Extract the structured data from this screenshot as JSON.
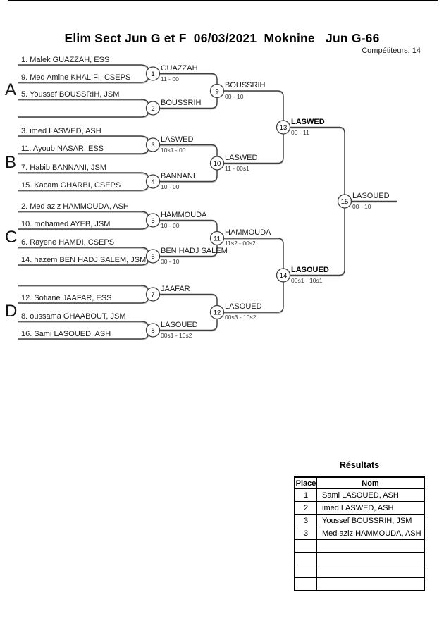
{
  "header": {
    "title": "Elim Sect Jun G et F  06/03/2021  Moknine   Jun G-66",
    "competitors_label": "Compétiteurs: 14"
  },
  "pools": [
    "A",
    "B",
    "C",
    "D"
  ],
  "players": [
    "1. Malek GUAZZAH, ESS",
    "9. Med Amine KHALIFI, CSEPS",
    "5. Youssef BOUSSRIH, JSM",
    "",
    "3. imed LASWED, ASH",
    "11. Ayoub NASAR, ESS",
    "7. Habib BANNANI, JSM",
    "15. Kacam GHARBI, CSEPS",
    "2. Med aziz HAMMOUDA, ASH",
    "10. mohamed AYEB, JSM",
    "6. Rayene HAMDI, CSEPS",
    "14. hazem BEN HADJ SALEM, JSM",
    "",
    "12. Sofiane JAAFAR, ESS",
    "8. oussama GHAABOUT, JSM",
    "16. Sami LASOUED, ASH"
  ],
  "matches": [
    {
      "num": "1",
      "winner": "GUAZZAH",
      "score": "11 - 00"
    },
    {
      "num": "2",
      "winner": "BOUSSRIH",
      "score": ""
    },
    {
      "num": "3",
      "winner": "LASWED",
      "score": "10s1 - 00"
    },
    {
      "num": "4",
      "winner": "BANNANI",
      "score": "10 - 00"
    },
    {
      "num": "5",
      "winner": "HAMMOUDA",
      "score": "10 - 00"
    },
    {
      "num": "6",
      "winner": "BEN HADJ SALEM",
      "score": "00 - 10"
    },
    {
      "num": "7",
      "winner": "JAAFAR",
      "score": ""
    },
    {
      "num": "8",
      "winner": "LASOUED",
      "score": "00s1 - 10s2"
    },
    {
      "num": "9",
      "winner": "BOUSSRIH",
      "score": "00 - 10"
    },
    {
      "num": "10",
      "winner": "LASWED",
      "score": "11 - 00s1"
    },
    {
      "num": "11",
      "winner": "HAMMOUDA",
      "score": "11s2 - 00s2"
    },
    {
      "num": "12",
      "winner": "LASOUED",
      "score": "00s3 - 10s2"
    },
    {
      "num": "13",
      "winner": "LASWED",
      "score": "00 - 11"
    },
    {
      "num": "14",
      "winner": "LASOUED",
      "score": "00s1 - 10s1"
    },
    {
      "num": "15",
      "winner": "LASOUED",
      "score": "00 - 10"
    }
  ],
  "results": {
    "title": "Résultats",
    "columns": [
      "Place",
      "Nom"
    ],
    "rows": [
      [
        "1",
        "Sami LASOUED, ASH"
      ],
      [
        "2",
        "imed LASWED, ASH"
      ],
      [
        "3",
        "Youssef BOUSSRIH, JSM"
      ],
      [
        "3",
        "Med aziz HAMMOUDA, ASH"
      ],
      [
        "",
        ""
      ],
      [
        "",
        ""
      ],
      [
        "",
        ""
      ],
      [
        "",
        ""
      ]
    ]
  },
  "colors": {
    "line": "#3f3f3f",
    "line_shadow": "#bdbdbd",
    "text": "#000000"
  }
}
